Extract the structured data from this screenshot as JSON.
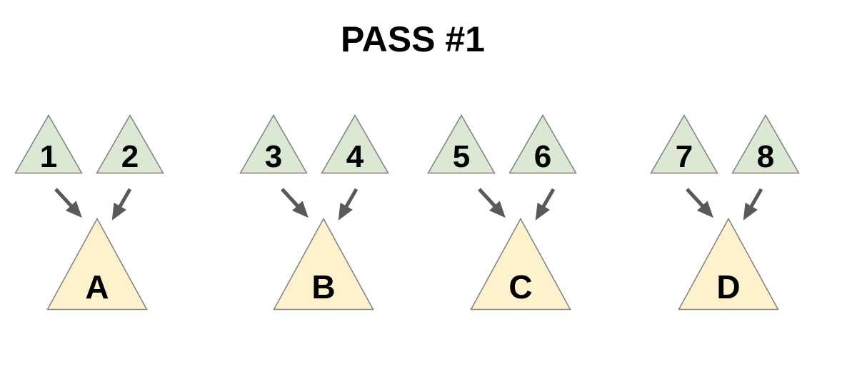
{
  "title": "PASS #1",
  "colors": {
    "input_fill": "#dbe8d4",
    "output_fill": "#fdf2cc",
    "shape_stroke": "#808080",
    "arrow_color": "#595959",
    "text_color": "#000000",
    "bg": "#ffffff"
  },
  "groups": [
    {
      "inputs": [
        "1",
        "2"
      ],
      "output": "A"
    },
    {
      "inputs": [
        "3",
        "4"
      ],
      "output": "B"
    },
    {
      "inputs": [
        "5",
        "6"
      ],
      "output": "C"
    },
    {
      "inputs": [
        "7",
        "8"
      ],
      "output": "D"
    }
  ]
}
